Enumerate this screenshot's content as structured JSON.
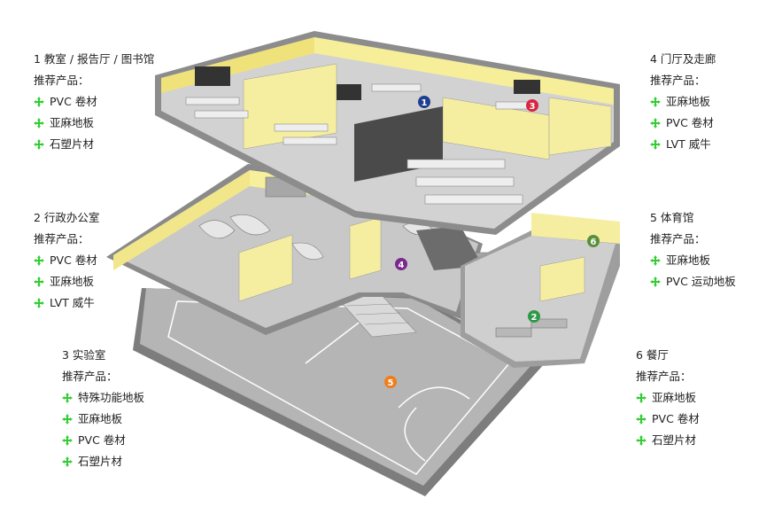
{
  "sections": [
    {
      "title": "1 教室 / 报告厅 / 图书馆",
      "sub": "推荐产品：",
      "items": [
        "PVC 卷材",
        "亚麻地板",
        "石塑片材"
      ]
    },
    {
      "title": "2 行政办公室",
      "sub": "推荐产品：",
      "items": [
        "PVC 卷材",
        "亚麻地板",
        "LVT 威牛"
      ]
    },
    {
      "title": "3 实验室",
      "sub": "推荐产品：",
      "items": [
        "特殊功能地板",
        "亚麻地板",
        "PVC 卷材",
        "石塑片材"
      ]
    },
    {
      "title": "4 门厅及走廊",
      "sub": "推荐产品：",
      "items": [
        "亚麻地板",
        "PVC 卷材",
        "LVT 威牛"
      ]
    },
    {
      "title": "5 体育馆",
      "sub": "推荐产品：",
      "items": [
        "亚麻地板",
        "PVC 运动地板"
      ]
    },
    {
      "title": "6 餐厅",
      "sub": "推荐产品：",
      "items": [
        "亚麻地板",
        "PVC 卷材",
        "石塑片材"
      ]
    }
  ],
  "badges": [
    {
      "label": "1",
      "color": "#1d3f8f"
    },
    {
      "label": "2",
      "color": "#2e9a48"
    },
    {
      "label": "3",
      "color": "#d7263d"
    },
    {
      "label": "4",
      "color": "#7a2a8c"
    },
    {
      "label": "5",
      "color": "#ef7d1a"
    },
    {
      "label": "6",
      "color": "#5a8f3c"
    }
  ],
  "colors": {
    "accent_bullet": "#33cc33",
    "wall_yellow": "#f5eea0",
    "floor_gray": "#b9b9b9"
  }
}
